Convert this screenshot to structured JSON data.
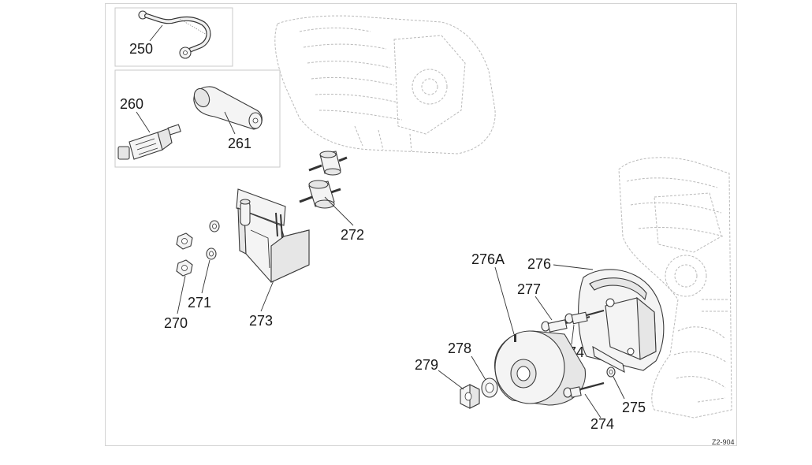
{
  "labels": {
    "p250": "250",
    "p260": "260",
    "p261": "261",
    "p272": "272",
    "p270": "270",
    "p271": "271",
    "p273": "273",
    "p276A": "276A",
    "p276": "276",
    "p277": "277",
    "p278": "278",
    "p279": "279",
    "p274a": "274",
    "p274b": "274",
    "p275": "275"
  },
  "figure_ref": "Z2-904"
}
